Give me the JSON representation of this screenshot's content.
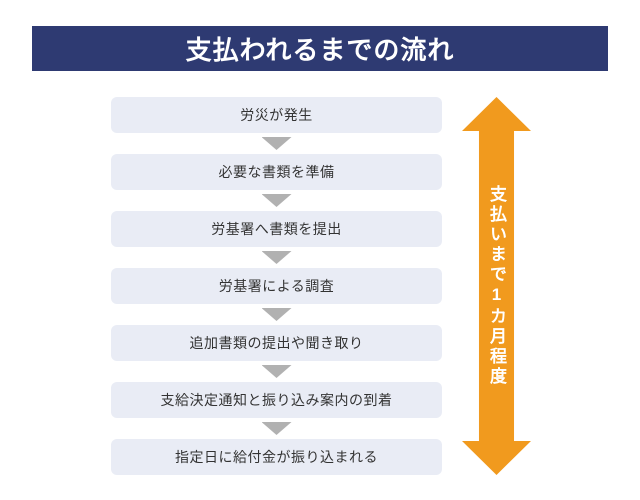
{
  "header": {
    "title": "支払われるまでの流れ"
  },
  "flow": {
    "steps": [
      "労災が発生",
      "必要な書類を準備",
      "労基署へ書類を提出",
      "労基署による調査",
      "追加書類の提出や聞き取り",
      "支給決定通知と振り込み案内の到着",
      "指定日に給付金が振り込まれる"
    ]
  },
  "duration_arrow": {
    "label": "支払いまで1カ月程度"
  },
  "icons": {
    "step_separator": "down-triangle-icon",
    "duration": "double-vertical-arrow-icon"
  },
  "colors": {
    "page_bg": "#FFFFFF",
    "banner_bg": "#2E3A72",
    "banner_text": "#FFFFFF",
    "box_bg": "#E9ECF5",
    "box_text": "#333333",
    "separator_gray": "#B1B1B1",
    "accent_orange": "#F19A1E",
    "arrow_text": "#FFFFFF"
  }
}
